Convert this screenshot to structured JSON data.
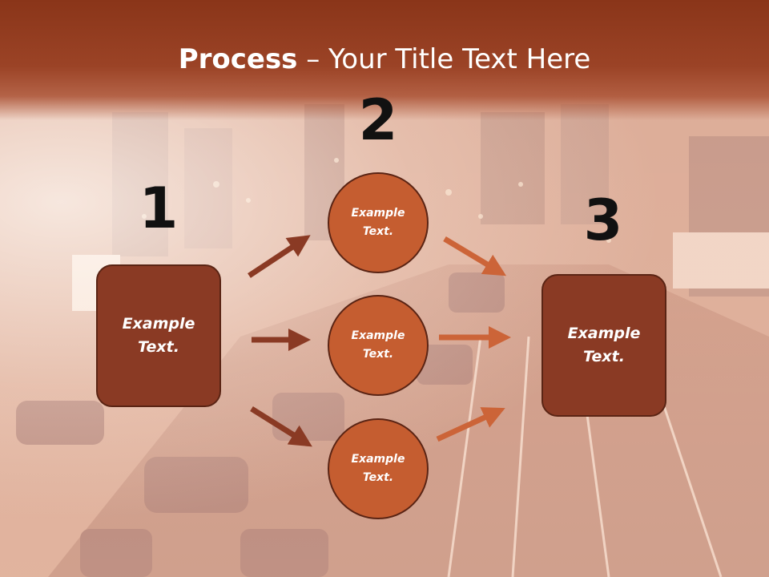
{
  "title": {
    "bold": "Process",
    "rest": " – Your Title Text Here"
  },
  "steps": {
    "step1": "1",
    "step2": "2",
    "step3": "3"
  },
  "nodes": {
    "left_box": "Example\nText.",
    "circle_top": "Example\nText.",
    "circle_middle": "Example\nText.",
    "circle_bottom": "Example\nText.",
    "right_box": "Example\nText."
  },
  "colors": {
    "title_bar": "#9b4326",
    "box_fill": "#8a3a24",
    "circle_fill": "#c55d30",
    "arrow_dark": "#8a3a24",
    "arrow_light": "#cc6438"
  }
}
